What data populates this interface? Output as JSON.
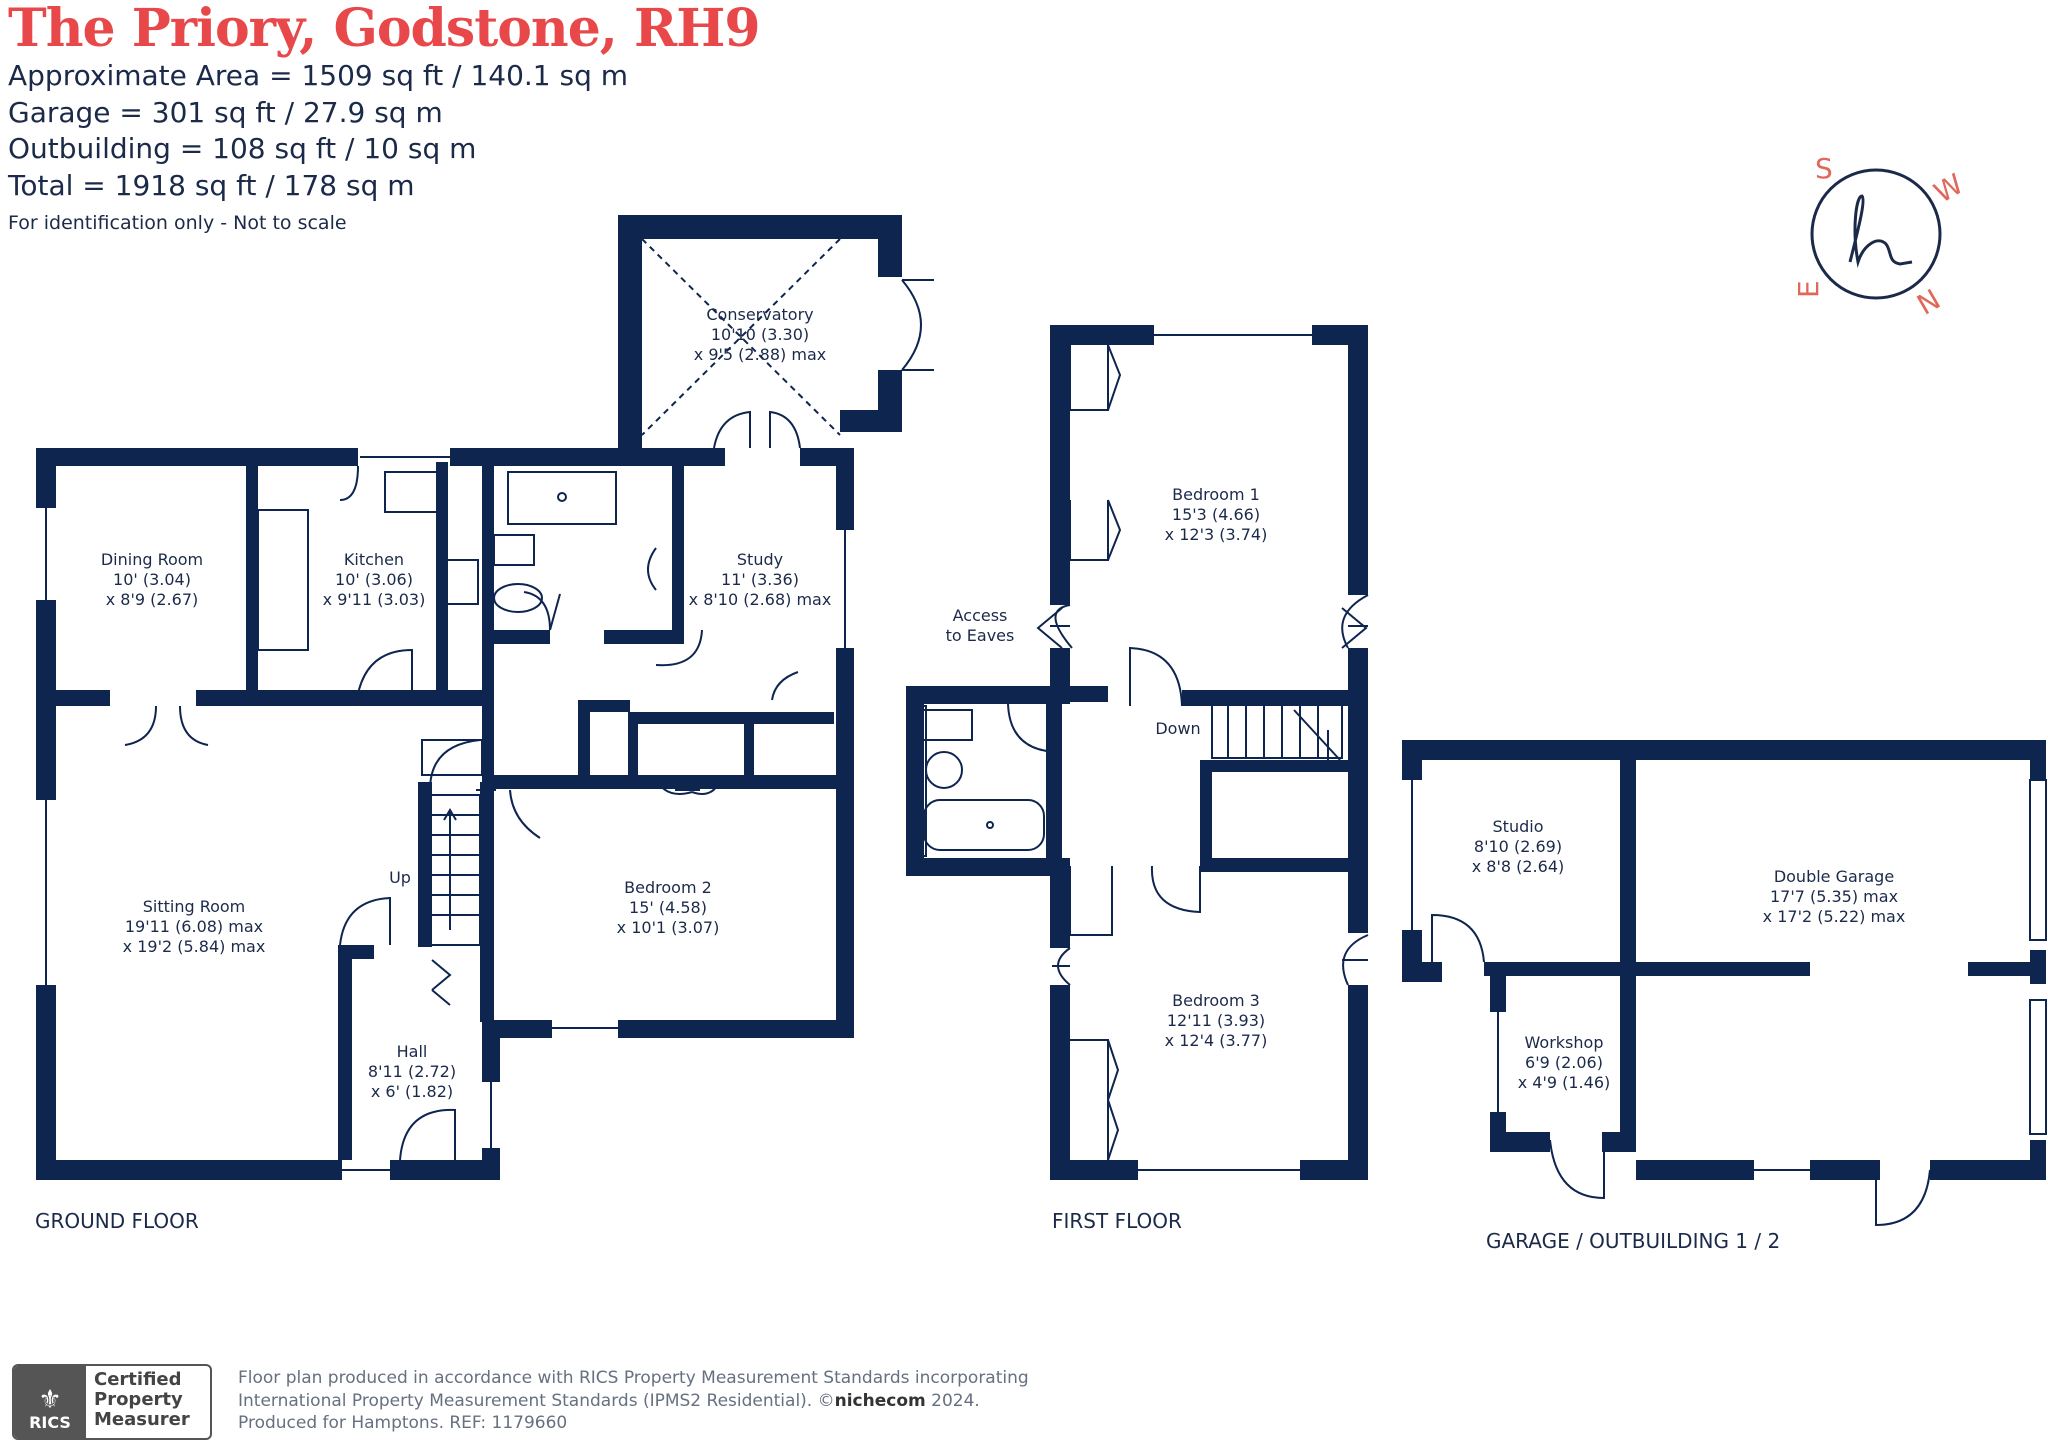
{
  "header": {
    "title": "The Priory, Godstone, RH9",
    "areas": [
      "Approximate Area = 1509 sq ft / 140.1 sq m",
      "Garage = 301 sq ft / 27.9 sq m",
      "Outbuilding = 108 sq ft / 10 sq m",
      "Total = 1918 sq ft / 178 sq m"
    ],
    "note": "For identification only - Not to scale"
  },
  "compass": {
    "letters": [
      "S",
      "W",
      "N",
      "E"
    ],
    "logo": "h"
  },
  "ground_floor": {
    "label": "GROUND FLOOR",
    "rooms": {
      "conservatory": [
        "Conservatory",
        "10'10 (3.30)",
        "x 9'5 (2.88) max"
      ],
      "dining": [
        "Dining Room",
        "10' (3.04)",
        "x 8'9 (2.67)"
      ],
      "kitchen": [
        "Kitchen",
        "10' (3.06)",
        "x 9'11 (3.03)"
      ],
      "study": [
        "Study",
        "11' (3.36)",
        "x 8'10 (2.68) max"
      ],
      "sitting": [
        "Sitting Room",
        "19'11 (6.08) max",
        "x 19'2 (5.84) max"
      ],
      "bedroom2": [
        "Bedroom 2",
        "15' (4.58)",
        "x 10'1 (3.07)"
      ],
      "hall": [
        "Hall",
        "8'11 (2.72)",
        "x 6' (1.82)"
      ]
    },
    "up": "Up"
  },
  "first_floor": {
    "label": "FIRST FLOOR",
    "rooms": {
      "bedroom1": [
        "Bedroom 1",
        "15'3 (4.66)",
        "x 12'3 (3.74)"
      ],
      "bedroom3": [
        "Bedroom 3",
        "12'11 (3.93)",
        "x 12'4 (3.77)"
      ],
      "eaves": [
        "Access",
        "to Eaves"
      ]
    },
    "down": "Down"
  },
  "garage": {
    "label": "GARAGE / OUTBUILDING 1 / 2",
    "rooms": {
      "studio": [
        "Studio",
        "8'10 (2.69)",
        "x 8'8 (2.64)"
      ],
      "workshop": [
        "Workshop",
        "6'9 (2.06)",
        "x 4'9 (1.46)"
      ],
      "double": [
        "Double Garage",
        "17'7 (5.35) max",
        "x 17'2 (5.22) max"
      ]
    }
  },
  "footer": {
    "lines": [
      "Floor plan produced in accordance with RICS Property Measurement Standards incorporating",
      "International Property Measurement Standards (IPMS2 Residential).  ©",
      "Produced for Hamptons.   REF: 1179660"
    ],
    "brand": "nichecom",
    "year": "2024.",
    "badge_org": "RICS",
    "badge_text": [
      "Certified",
      "Property",
      "Measurer"
    ]
  },
  "colors": {
    "wall": "#0e2550",
    "title": "#e8484a",
    "compass": "#e0685a"
  }
}
